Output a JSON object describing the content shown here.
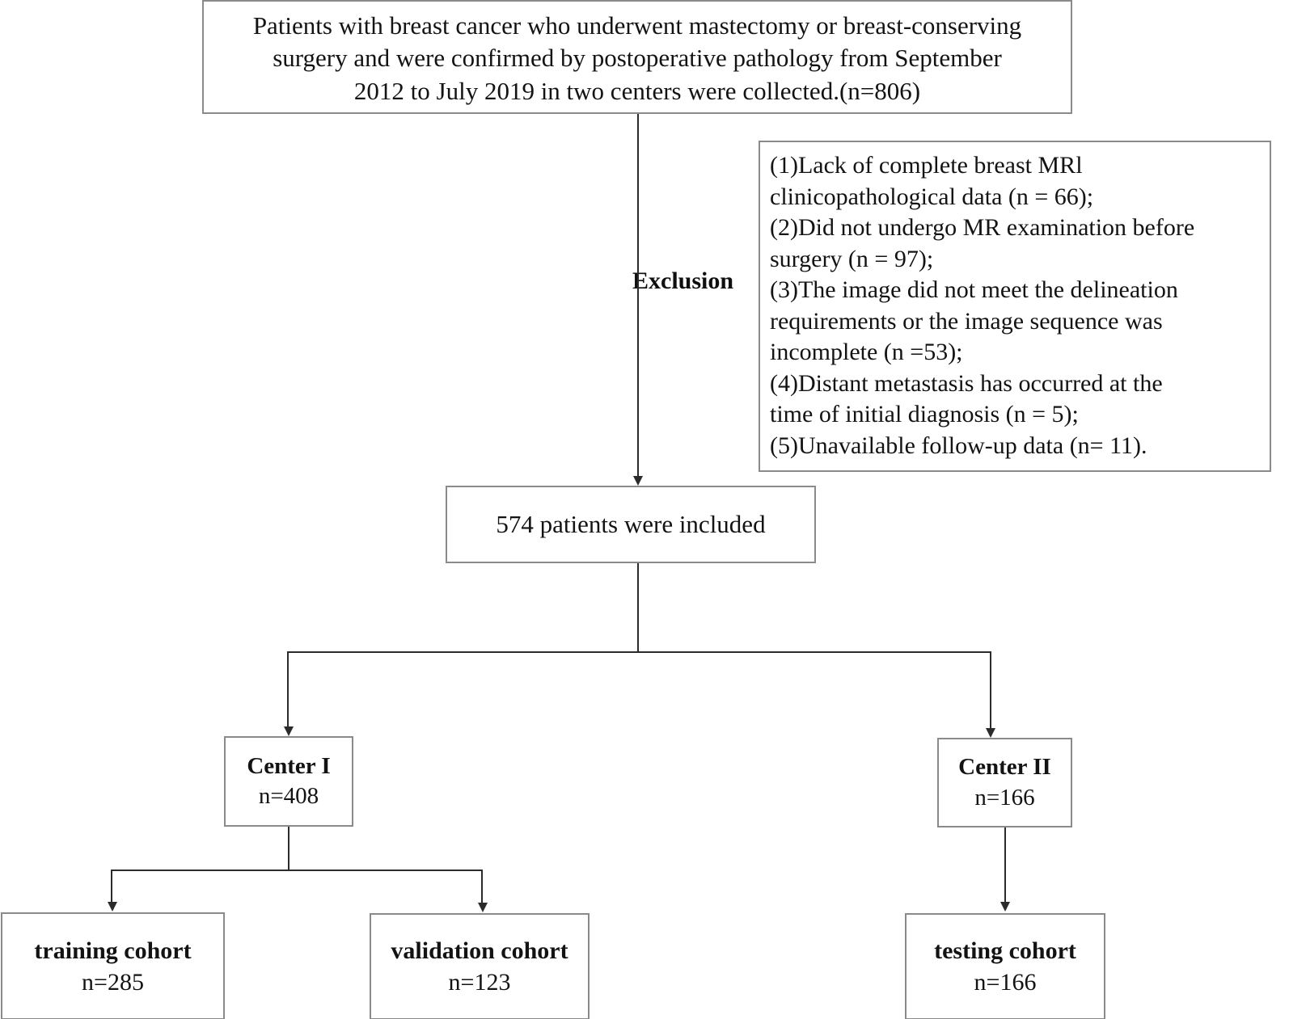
{
  "diagram": {
    "title": "Patient selection flowchart",
    "type": "flowchart",
    "colors": {
      "box_border": "#8a8a8a",
      "connector": "#2b2b2b",
      "text": "#121212",
      "background": "#ffffff"
    },
    "nodes": {
      "source": {
        "lines": [
          "Patients with breast cancer who underwent mastectomy or breast-conserving",
          "surgery and were confirmed by postoperative pathology from September",
          "2012 to July 2019 in two centers were collected.(n=806)"
        ],
        "n": 806
      },
      "exclusion_label": "Exclusion",
      "exclusion_criteria": {
        "lines": [
          "(1)Lack of complete breast MRl",
          "clinicopathological data (n = 66);",
          "(2)Did not undergo MR examination before",
          "surgery (n = 97);",
          "(3)The image did not meet the delineation",
          "requirements or the image sequence was",
          "incomplete (n =53);",
          "(4)Distant metastasis has occurred at the",
          "time of initial diagnosis (n = 5);",
          "(5)Unavailable follow-up data (n= 11)."
        ],
        "items": [
          {
            "index": "(1)",
            "text": "Lack of complete breast MRl clinicopathological data",
            "n": 66
          },
          {
            "index": "(2)",
            "text": "Did not undergo MR examination before surgery",
            "n": 97
          },
          {
            "index": "(3)",
            "text": "The image did not meet the delineation requirements or the image sequence was incomplete",
            "n": 53
          },
          {
            "index": "(4)",
            "text": "Distant metastasis has occurred at the time of initial diagnosis",
            "n": 5
          },
          {
            "index": "(5)",
            "text": "Unavailable follow-up data",
            "n": 11
          }
        ]
      },
      "included": {
        "label": "574 patients were included",
        "n": 574
      },
      "center_1": {
        "title": "Center I",
        "count": "n=408",
        "n": 408
      },
      "center_2": {
        "title": "Center II",
        "count": "n=166",
        "n": 166
      },
      "training_cohort": {
        "title": "training cohort",
        "count": "n=285",
        "n": 285
      },
      "validation_cohort": {
        "title": "validation cohort",
        "count": "n=123",
        "n": 123
      },
      "testing_cohort": {
        "title": "testing cohort",
        "count": "n=166",
        "n": 166
      }
    }
  }
}
